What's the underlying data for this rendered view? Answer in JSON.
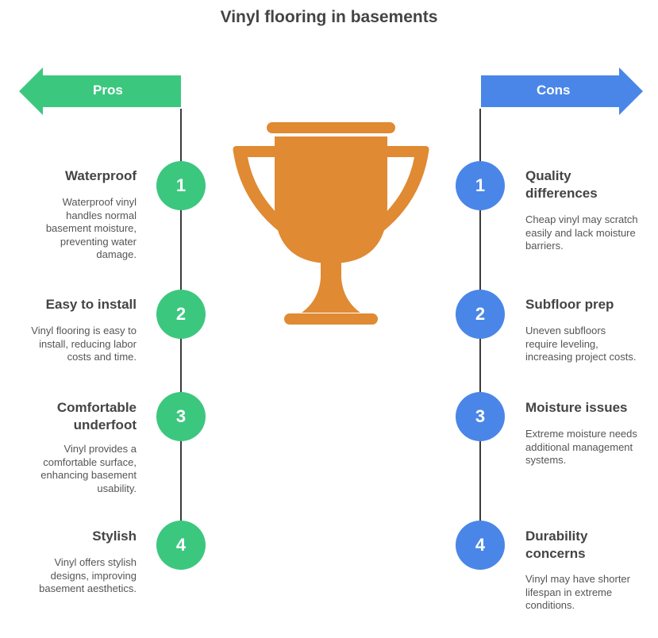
{
  "title": "Vinyl flooring in basements",
  "colors": {
    "pros": "#3cc77f",
    "cons": "#4a86e8",
    "trophy": "#e08a33",
    "text": "#444444"
  },
  "pros": {
    "label": "Pros",
    "items": [
      {
        "number": "1",
        "title": "Waterproof",
        "desc": "Waterproof vinyl\nhandles normal\nbasement moisture,\npreventing water\ndamage."
      },
      {
        "number": "2",
        "title": "Easy to install",
        "desc": "Vinyl flooring is easy to\ninstall, reducing labor\ncosts and time."
      },
      {
        "number": "3",
        "title": "Comfortable\nunderfoot",
        "desc": "Vinyl provides a\ncomfortable surface,\nenhancing basement\nusability."
      },
      {
        "number": "4",
        "title": "Stylish",
        "desc": "Vinyl offers stylish\ndesigns, improving\nbasement aesthetics."
      }
    ]
  },
  "cons": {
    "label": "Cons",
    "items": [
      {
        "number": "1",
        "title": "Quality\ndifferences",
        "desc": "Cheap vinyl may scratch\neasily and lack moisture\nbarriers."
      },
      {
        "number": "2",
        "title": "Subfloor prep",
        "desc": "Uneven subfloors\nrequire leveling,\nincreasing project costs."
      },
      {
        "number": "3",
        "title": "Moisture issues",
        "desc": "Extreme moisture needs\nadditional management\nsystems."
      },
      {
        "number": "4",
        "title": "Durability\nconcerns",
        "desc": "Vinyl may have shorter\nlifespan in extreme\nconditions."
      }
    ]
  },
  "icons": {
    "center": "trophy-icon"
  }
}
